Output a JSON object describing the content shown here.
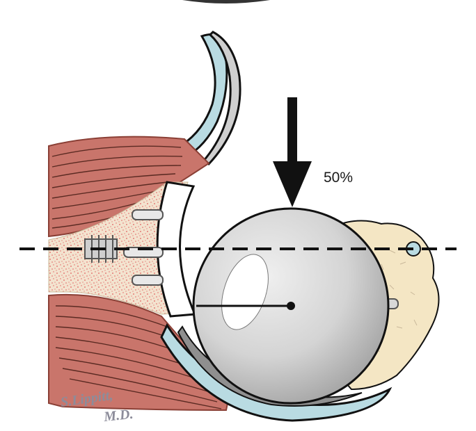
{
  "figure": {
    "load_label": "50%",
    "signature": {
      "line1": "S.Lippitt,",
      "line2": "M.D."
    }
  },
  "colors": {
    "background": "#ffffff",
    "muscle": "#c9756b",
    "muscle_stripe": "#5a2a22",
    "cartilage": "#b9dbe2",
    "bone": "#f4e6c4",
    "sphere_light": "#dedede",
    "sphere_dark": "#9a9a9a",
    "cancellous_dots": "#e05d5d",
    "outline": "#111111"
  }
}
